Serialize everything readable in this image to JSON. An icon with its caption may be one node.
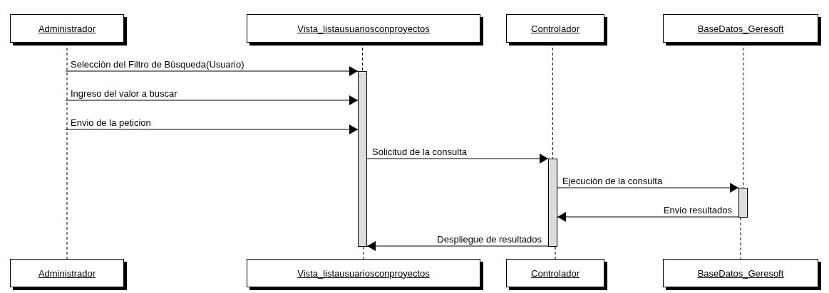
{
  "diagram": {
    "nodes": [
      {
        "text": [
          "Administrador"
        ]
      },
      {
        "text": [
          "Vista_listausuariosconproyectos"
        ]
      },
      {
        "text": [
          "Controlador"
        ]
      },
      {
        "text": [
          "BaseDatos_Geresoft"
        ]
      },
      {
        "text": [
          "Administrador"
        ]
      },
      {
        "text": [
          "Vista_listausuariosconproyectos"
        ]
      },
      {
        "text": [
          "Controlador"
        ]
      },
      {
        "text": [
          "BaseDatos_Geresoft"
        ]
      },
      {
        "text": [],
        "shape": "bar"
      },
      {
        "text": [],
        "shape": "bar"
      },
      {
        "text": [],
        "shape": "bar"
      }
    ],
    "edges": [
      {
        "from": 0,
        "to": 4,
        "arrow": "none",
        "style": "dashed"
      },
      {
        "from": 1,
        "to": 8,
        "arrow": "none",
        "style": "dashed"
      },
      {
        "from": 8,
        "to": 5,
        "arrow": "none",
        "style": "dashed"
      },
      {
        "from": 2,
        "to": 9,
        "arrow": "none",
        "style": "dashed"
      },
      {
        "from": 9,
        "to": 6,
        "arrow": "none",
        "style": "dashed"
      },
      {
        "from": 3,
        "to": 10,
        "arrow": "none",
        "style": "dashed"
      },
      {
        "from": 10,
        "to": 7,
        "arrow": "none",
        "style": "dashed"
      },
      {
        "from": null,
        "to": 8,
        "arrow": "to",
        "label": "Selecciòn del Filtro de Bùsqueda(Usuario)"
      },
      {
        "from": null,
        "to": 8,
        "arrow": "to",
        "label": "Ingreso del valor a buscar"
      },
      {
        "from": null,
        "to": 8,
        "arrow": "to",
        "label": "Envio de la peticion"
      },
      {
        "from": 8,
        "to": 9,
        "arrow": "to",
        "label": "Solicitud de la consulta"
      },
      {
        "from": 9,
        "to": 10,
        "arrow": "to",
        "label": "Ejecuciòn de la consulta"
      },
      {
        "from": 10,
        "to": 9,
        "arrow": "to",
        "label": "Envio resultados"
      },
      {
        "from": 9,
        "to": 8,
        "arrow": "to",
        "label": "Despliegue de resultados"
      }
    ]
  }
}
